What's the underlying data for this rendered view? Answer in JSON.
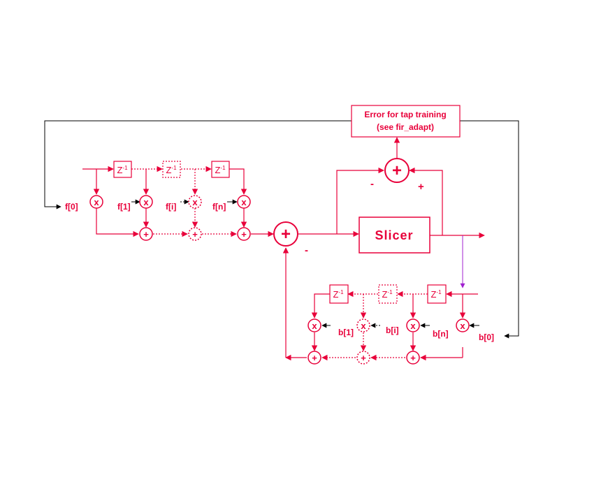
{
  "colors": {
    "signal": "#e8003a",
    "feedback_wire": "#000000",
    "slicer_tap": "#a020d0",
    "background": "#ffffff"
  },
  "error_box": {
    "line1": "Error for tap training",
    "line2": "(see fir_adapt)"
  },
  "slicer": {
    "label": "Slicer"
  },
  "delay_label": {
    "base": "Z",
    "exp": "-1"
  },
  "ops": {
    "multiply": "x",
    "add": "+"
  },
  "ff_taps": {
    "f0": "f[0]",
    "f1": "f[1]",
    "fi": "f[i]",
    "fn": "f[n]"
  },
  "fb_taps": {
    "b1": "b[1]",
    "bi": "b[i]",
    "bn": "b[n]",
    "b0": "b[0]"
  },
  "signs": {
    "error_minus": "-",
    "error_plus": "+",
    "sum_minus": "-"
  }
}
